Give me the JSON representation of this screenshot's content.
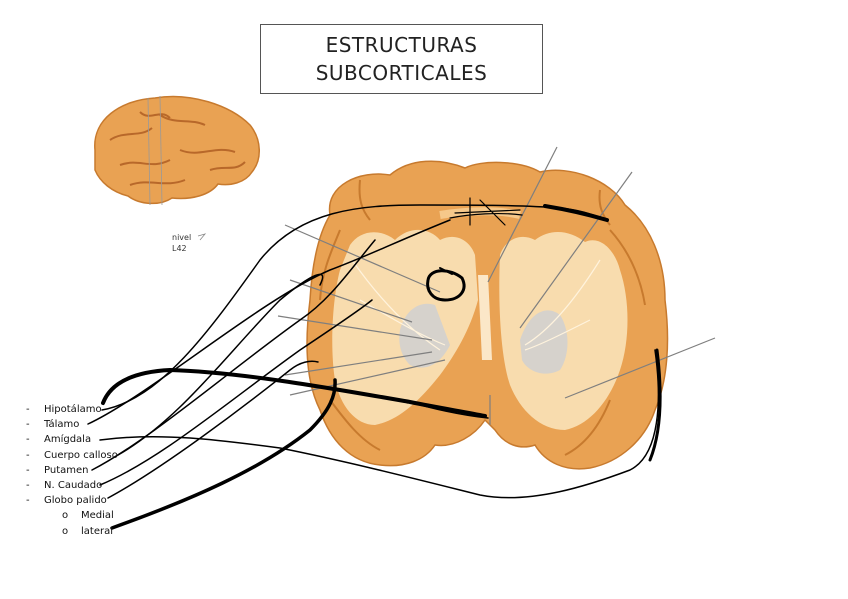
{
  "title": {
    "line1": "ESTRUCTURAS",
    "line2": "SUBCORTICALES"
  },
  "nivel": {
    "line1": "nivel",
    "line2": "L42"
  },
  "labels": [
    {
      "bullet": "-",
      "text": "Hipotálamo"
    },
    {
      "bullet": "-",
      "text": "Tálamo"
    },
    {
      "bullet": "-",
      "text": "Amígdala"
    },
    {
      "bullet": "-",
      "text": "Cuerpo calloso"
    },
    {
      "bullet": "-",
      "text": "Putamen"
    },
    {
      "bullet": "-",
      "text": "N. Caudado"
    },
    {
      "bullet": "-",
      "text": "Globo palido"
    },
    {
      "bullet": "o",
      "text": "Medial"
    },
    {
      "bullet": "o",
      "text": "lateral"
    }
  ],
  "colors": {
    "brain_orange": "#e9a253",
    "brain_light": "#f6c88a",
    "white_matter": "#f8dcae",
    "gray_nuclei": "#d6d2cc",
    "line": "#000000"
  }
}
